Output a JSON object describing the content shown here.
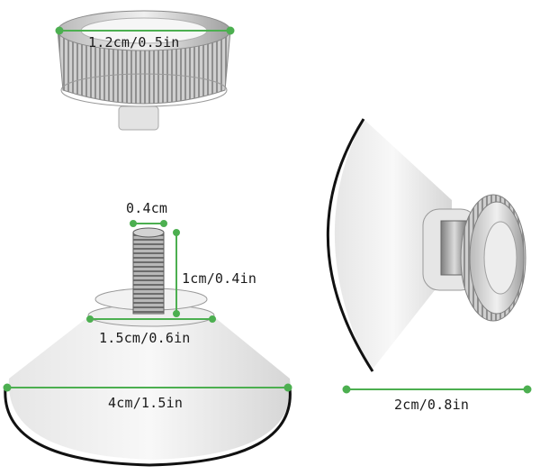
{
  "dimensions": {
    "knob_diameter": "1.2cm/0.5in",
    "bolt_width": "0.4cm",
    "bolt_height": "1cm/0.4in",
    "base_diameter": "1.5cm/0.6in",
    "cup_diameter": "4cm/1.5in",
    "side_depth": "2cm/0.8in"
  },
  "colors": {
    "measure_line": "#4caf50",
    "outline": "#111111",
    "clear_plastic": "#dcdcdc",
    "metal": "#9a9a9a"
  }
}
